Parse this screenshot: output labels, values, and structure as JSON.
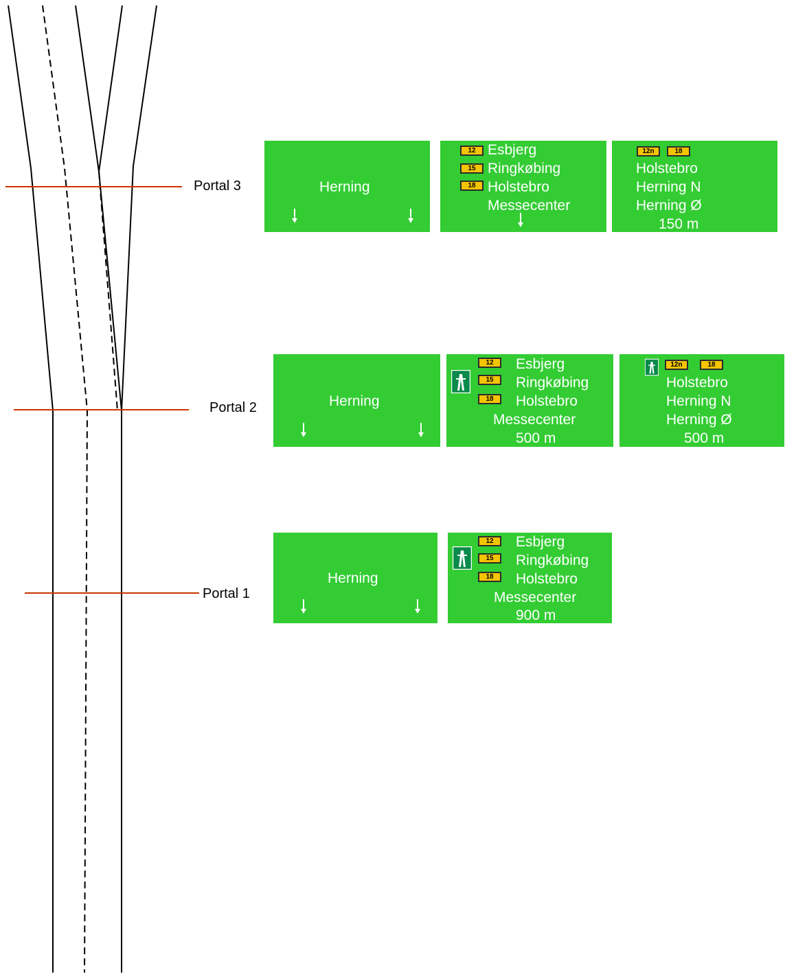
{
  "road_colors": {
    "line": "#000000",
    "portal_line": "#cc3300",
    "sign_bg": "#33cc33",
    "shield": "#f5c400"
  },
  "portals": {
    "p3": {
      "label": "Portal 3"
    },
    "p2": {
      "label": "Portal 2"
    },
    "p1": {
      "label": "Portal 1"
    }
  },
  "signs": {
    "p3_left": {
      "dest": "Herning",
      "arrows": "down-arrow-icon"
    },
    "p3_mid": {
      "routes": [
        "12",
        "15",
        "18"
      ],
      "dest1": "Esbjerg",
      "dest2": "Ringkøbing",
      "dest3": "Holstebro",
      "dest4": "Messecenter",
      "arrows": "down-arrow-icon"
    },
    "p3_right": {
      "routes": [
        "12n",
        "18"
      ],
      "dest1": "Holstebro",
      "dest2": "Herning N",
      "dest3": "Herning Ø",
      "distance": "150 m"
    },
    "p2_left": {
      "dest": "Herning",
      "arrows": "down-arrow-icon"
    },
    "p2_mid": {
      "routes": [
        "12",
        "15",
        "18"
      ],
      "dest1": "Esbjerg",
      "dest2": "Ringkøbing",
      "dest3": "Holstebro",
      "dest4": "Messecenter",
      "distance": "500 m",
      "icon": "motorway-icon"
    },
    "p2_right": {
      "routes": [
        "12n",
        "18"
      ],
      "dest1": "Holstebro",
      "dest2": "Herning N",
      "dest3": "Herning Ø",
      "distance": "500 m",
      "icon": "motorway-icon"
    },
    "p1_left": {
      "dest": "Herning",
      "arrows": "down-arrow-icon"
    },
    "p1_mid": {
      "routes": [
        "12",
        "15",
        "18"
      ],
      "dest1": "Esbjerg",
      "dest2": "Ringkøbing",
      "dest3": "Holstebro",
      "dest4": "Messecenter",
      "distance": "900 m",
      "icon": "motorway-icon"
    }
  }
}
